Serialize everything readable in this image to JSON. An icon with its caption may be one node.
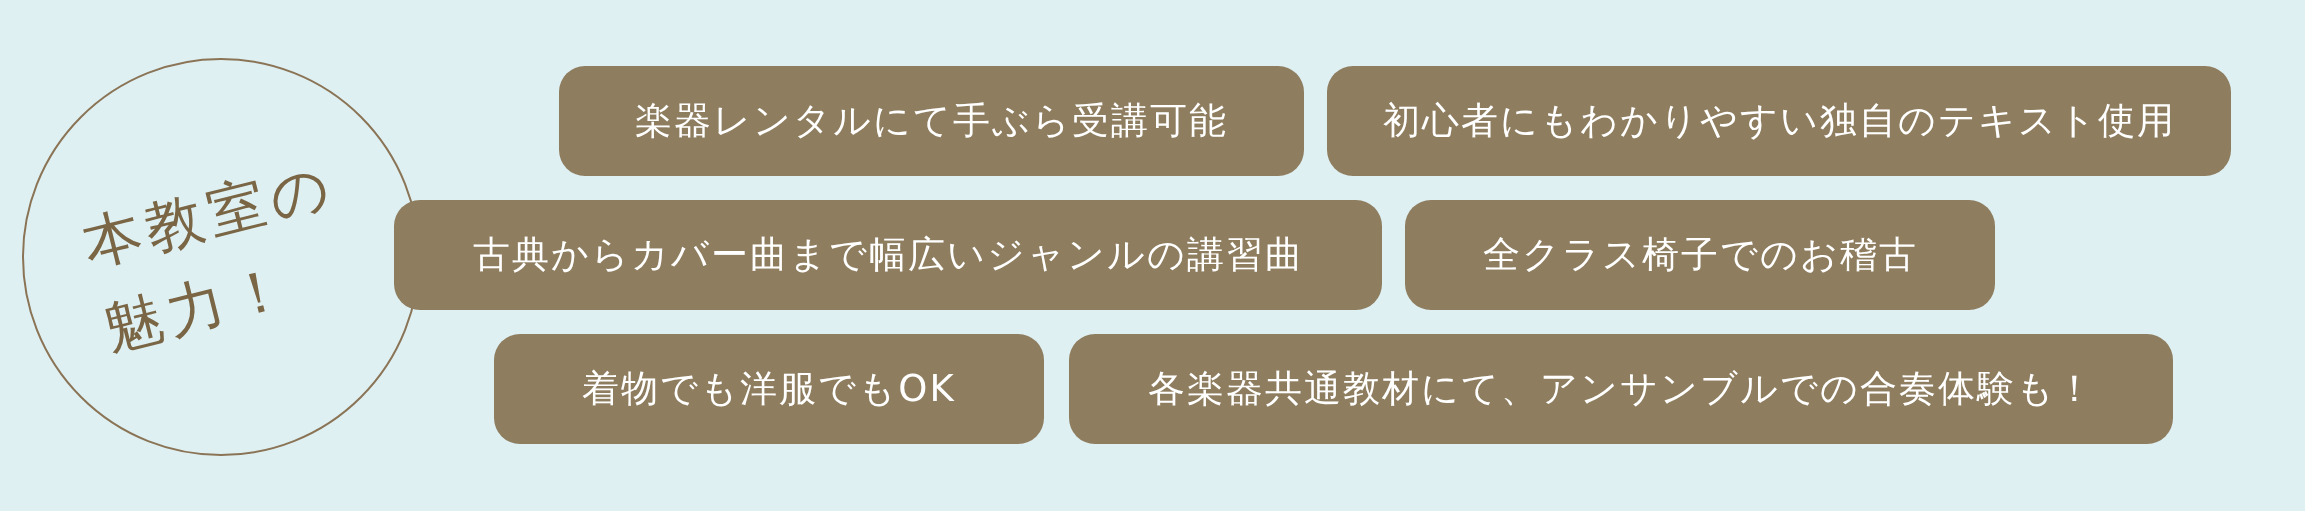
{
  "diagram": {
    "nodes": [
      {
        "text": [
          "本教室の魅力！"
        ]
      },
      {
        "text": [
          "楽器レンタルにて手ぶら受講可能"
        ]
      },
      {
        "text": [
          "初心者にもわかりやすい独自のテキスト使用"
        ]
      },
      {
        "text": [
          "古典からカバー曲まで幅広いジャンルの講習曲"
        ]
      },
      {
        "text": [
          "全クラス椅子でのお稽古"
        ]
      },
      {
        "text": [
          "着物でも洋服でもOK"
        ]
      },
      {
        "text": [
          "各楽器共通教材にて、アンサンブルでの合奏体験も！"
        ]
      }
    ]
  }
}
